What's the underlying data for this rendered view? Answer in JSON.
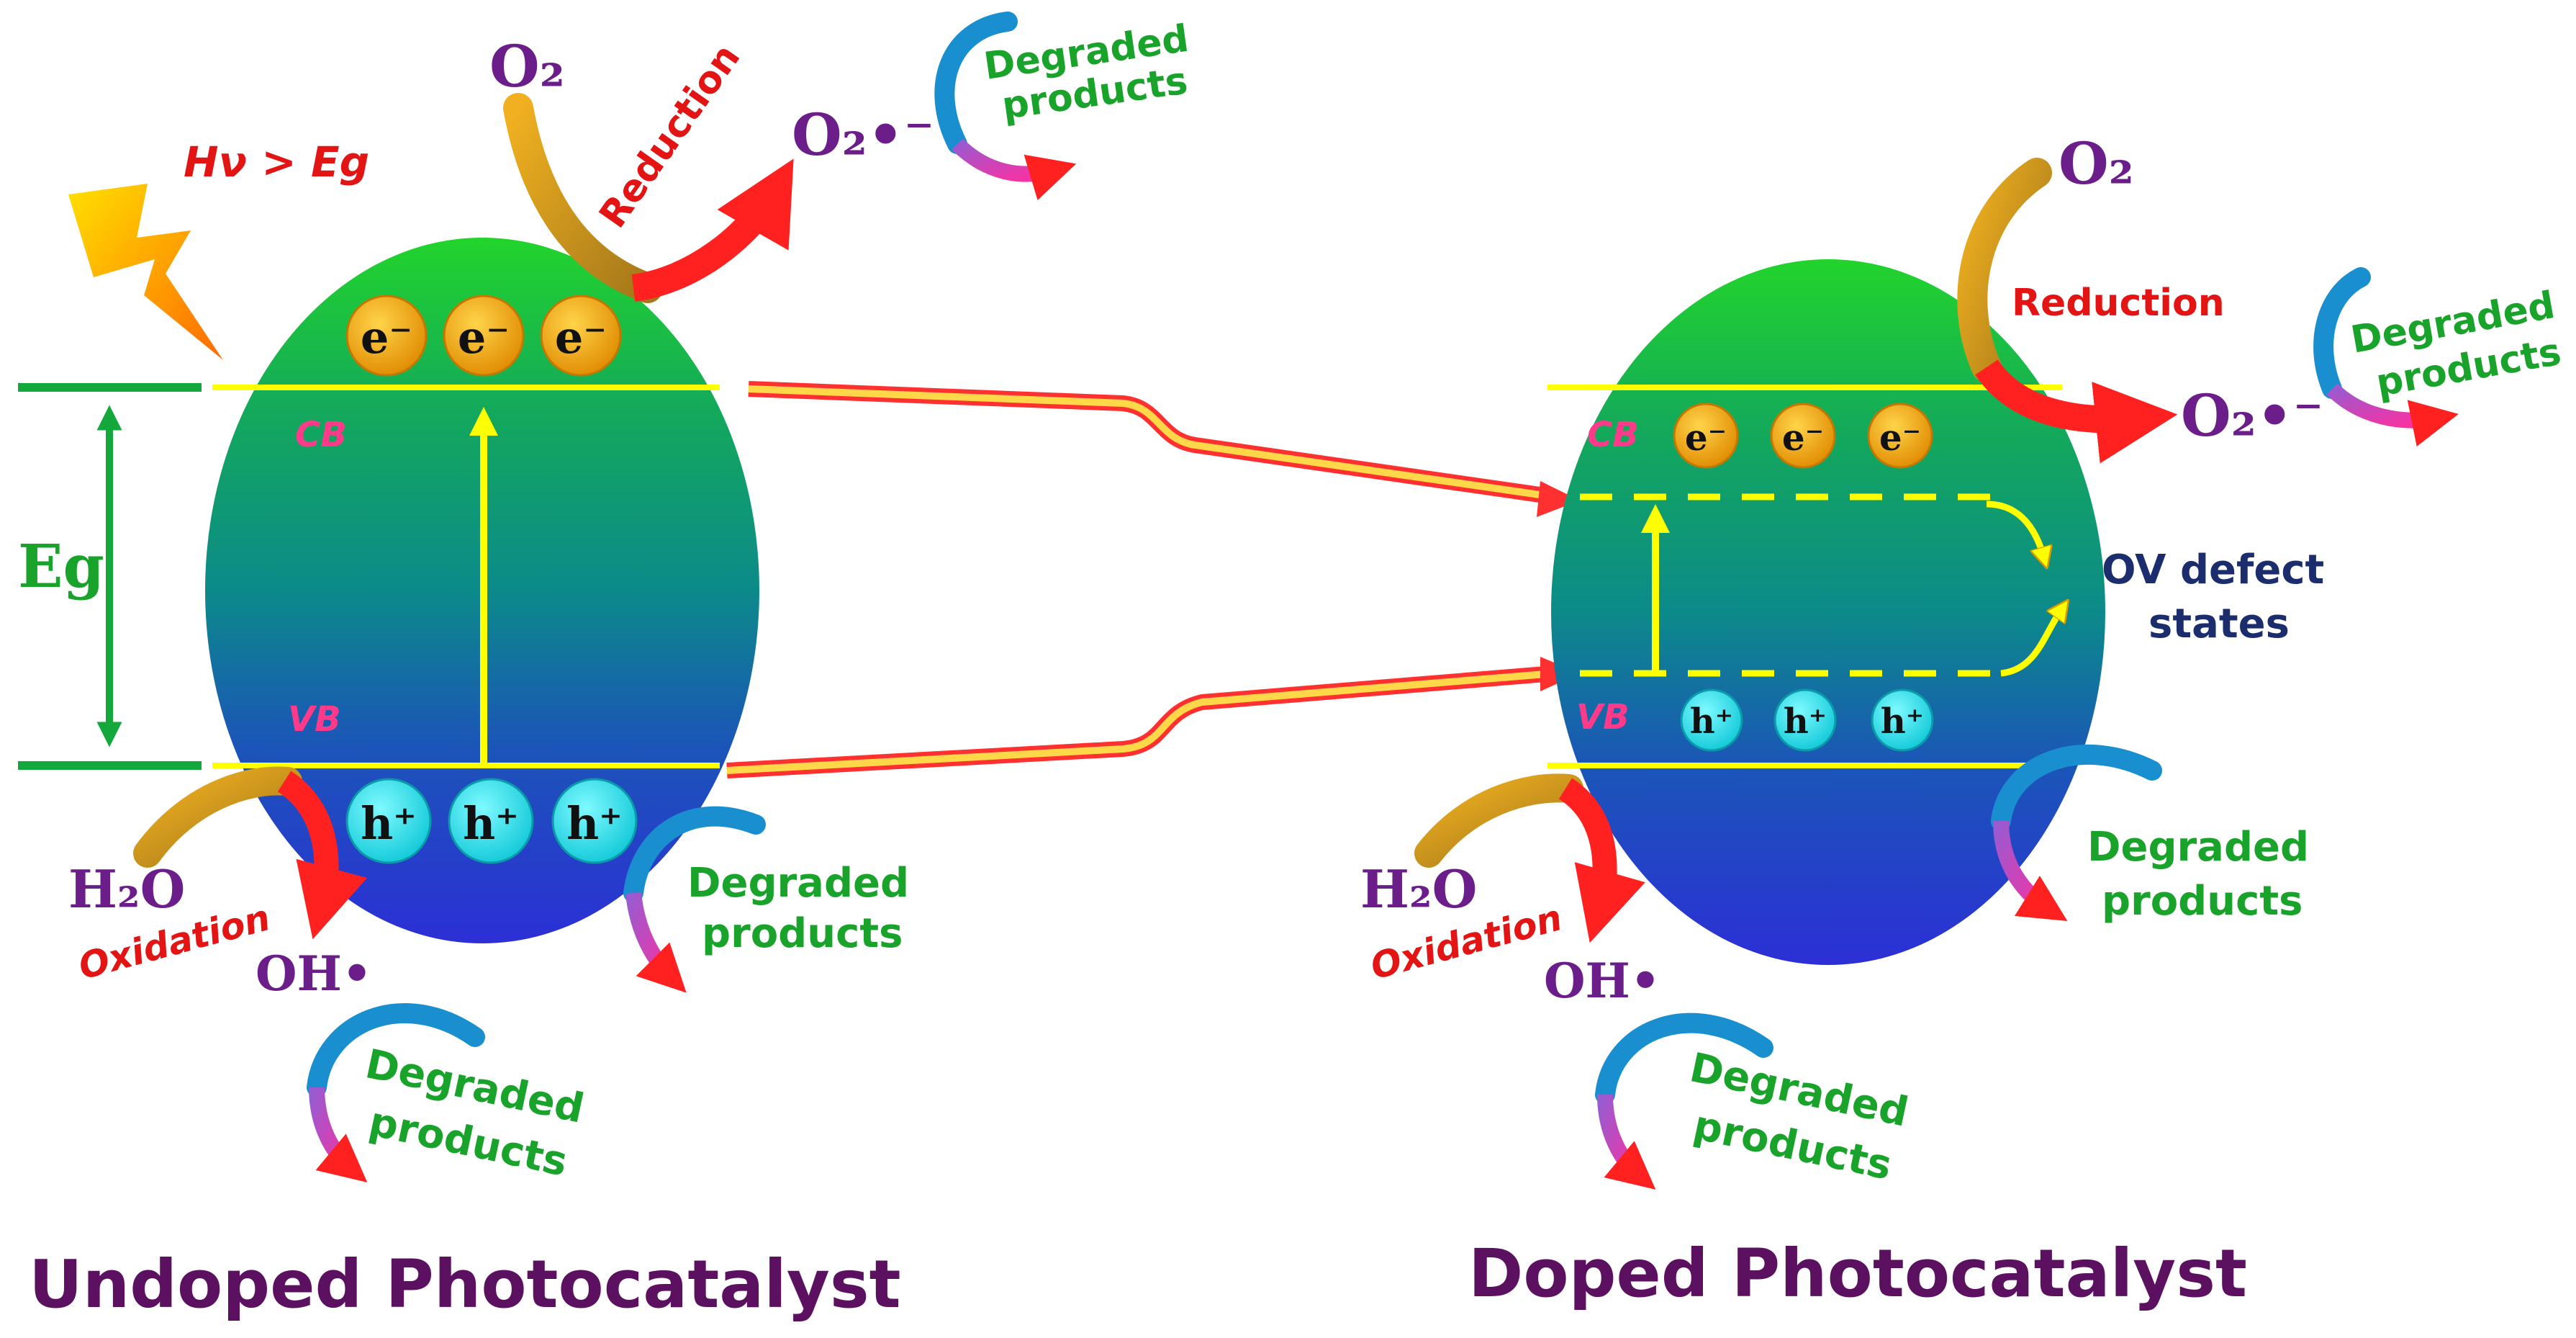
{
  "left": {
    "caption": "Undoped Photocatalyst",
    "excitation": "Hν > Eg",
    "eg_label": "Eg",
    "cb_label": "CB",
    "vb_label": "VB",
    "electron_label": "e⁻",
    "hole_label": "h⁺",
    "o2": "O₂",
    "reduction": "Reduction",
    "superoxide": "O₂•⁻",
    "h2o": "H₂O",
    "oxidation": "Oxidation",
    "hydroxyl": "OH•",
    "degraded_top": [
      "Degraded",
      "products"
    ],
    "degraded_right": [
      "Degraded",
      "products"
    ],
    "degraded_bottom": [
      "Degraded",
      "products"
    ]
  },
  "right": {
    "caption": "Doped Photocatalyst",
    "cb_label": "CB",
    "vb_label": "VB",
    "electron_label": "e⁻",
    "hole_label": "h⁺",
    "o2": "O₂",
    "reduction": "Reduction",
    "superoxide": "O₂•⁻",
    "h2o": "H₂O",
    "oxidation": "Oxidation",
    "hydroxyl": "OH•",
    "defect_states": [
      "OV defect",
      "states"
    ],
    "degraded_top": [
      "Degraded",
      "products"
    ],
    "degraded_right": [
      "Degraded",
      "products"
    ],
    "degraded_bottom": [
      "Degraded",
      "products"
    ]
  },
  "colors": {
    "green_label": "#1aa32b",
    "red_label": "#e31414",
    "purple": "#6b1e8a",
    "caption": "#5b1060",
    "band_line": "#ffff00",
    "eg_arrow": "#14a83c",
    "electron_fill": "#f2a40b",
    "hole_fill": "#22e8f0"
  }
}
